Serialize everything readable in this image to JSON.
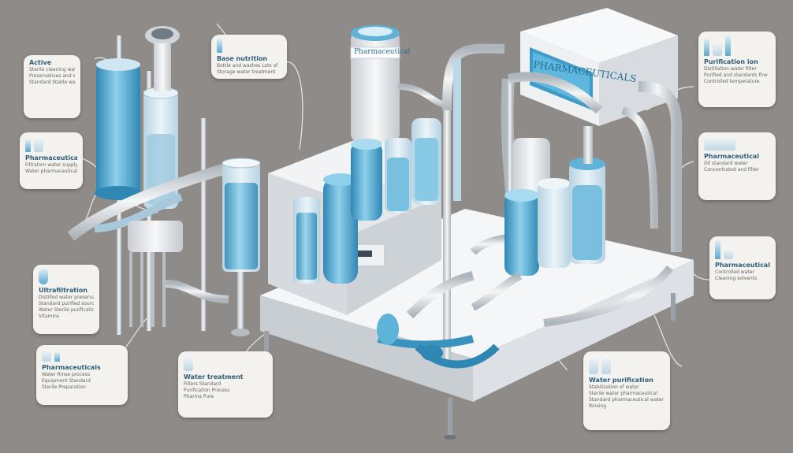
{
  "cabinet": {
    "label": "PHARMACEUTICALS"
  },
  "tank": {
    "label": "Pharmaceutical"
  },
  "callouts": [
    {
      "title": "Base nutrition",
      "lines": [
        "Bottle and washes Lots of",
        "Storage water treatment"
      ]
    },
    {
      "title": "Active",
      "lines": [
        "Sterile cleaning water",
        "Preservatives and washes",
        "Standard Stable waters"
      ]
    },
    {
      "title": "Pharmaceuticals",
      "lines": [
        "Filtration water supply",
        "Water pharmaceutical"
      ]
    },
    {
      "title": "Purification ion",
      "lines": [
        "Distillation water filter",
        "Purified and standards fine",
        "Controlled temperature"
      ]
    },
    {
      "title": "Pharmaceutical",
      "lines": [
        "Oil standard water",
        "Concentrated and filter"
      ]
    },
    {
      "title": "Pharmaceuticals",
      "lines": [
        "Controlled water",
        "Cleaning solvents"
      ]
    },
    {
      "title": "Ultrafiltration",
      "lines": [
        "Distilled water preservation",
        "Standard purified source",
        "Water Sterile purification",
        "Vitamins"
      ]
    },
    {
      "title": "Pharmaceuticals",
      "lines": [
        "Water Rinse process",
        "Equipment Standard",
        "Sterile Preparation"
      ]
    },
    {
      "title": "Water treatment",
      "lines": [
        "Filters Standard",
        "Purification Process",
        "Pharma Pure"
      ]
    },
    {
      "title": "Water purification",
      "lines": [
        "Stabilization of water",
        "Sterile water pharmaceutical",
        "Standard pharmaceutical water",
        "Rinsing"
      ]
    }
  ],
  "colors": {
    "background": "#8e8b88",
    "platform": "#eef0f2",
    "liquid": "#5fb3d9",
    "liquid_dark": "#2f87b4",
    "glass": "#cfe3ee",
    "pipe": "#dfe3e7"
  }
}
